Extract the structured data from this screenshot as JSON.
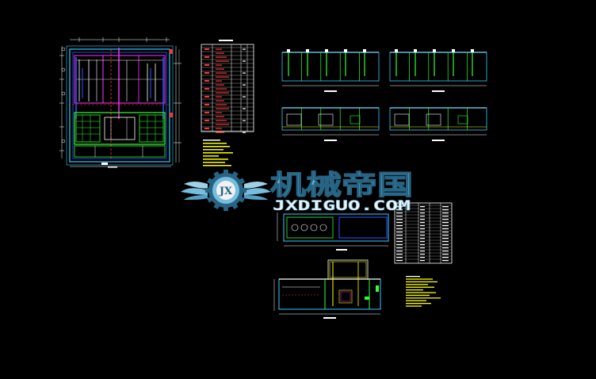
{
  "colors": {
    "background": "#000000",
    "white": "#ffffff",
    "cyan": "#33ccff",
    "green": "#33ff33",
    "blue": "#3355ff",
    "magenta": "#ff33ff",
    "red": "#ff3333",
    "yellow": "#ffff00",
    "watermark_primary": "#7ec8ea",
    "watermark_shadow": "#2a6a8c"
  },
  "watermark": {
    "title": "机械帝国",
    "url": "JXDIGUO.COM",
    "emblem_letters": "JX",
    "icon": "gear-wings-emblem-icon"
  }
}
